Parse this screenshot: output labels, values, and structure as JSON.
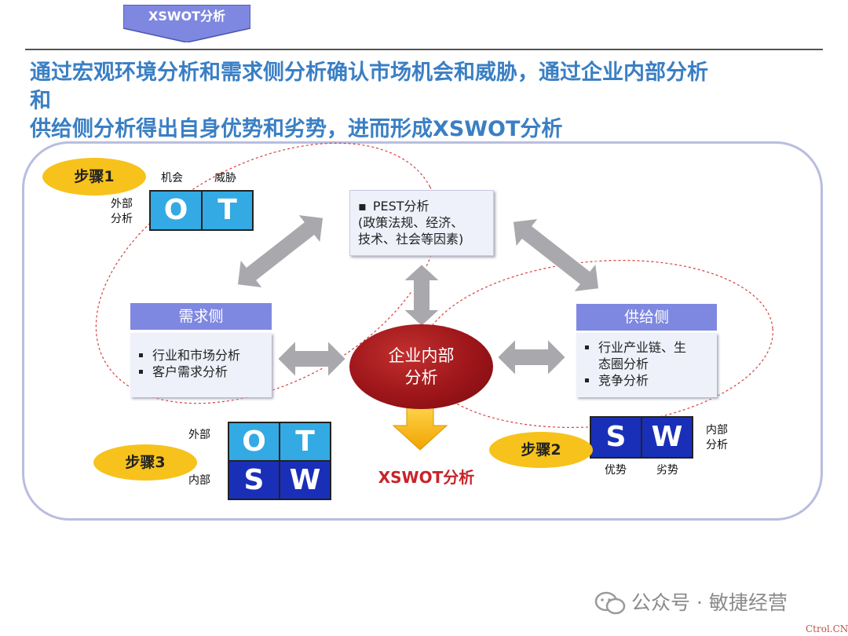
{
  "header": {
    "tab_label": "XSWOT分析",
    "headline_lines": [
      "通过宏观环境分析和需求侧分析确认市场机会和威胁，通过企业内部分析",
      "和",
      "供给侧分析得出自身优势和劣势，进而形成XSWOT分析"
    ]
  },
  "step1": {
    "badge": "步骤1",
    "col_labels": [
      "机会",
      "威胁"
    ],
    "row_label": "外部\n分析",
    "cells": [
      "O",
      "T"
    ]
  },
  "step2": {
    "badge": "步骤2",
    "cells": [
      "S",
      "W"
    ],
    "col_labels": [
      "优势",
      "劣势"
    ],
    "row_label": "内部\n分析"
  },
  "step3": {
    "badge": "步骤3",
    "row_labels": [
      "外部",
      "内部"
    ],
    "cells_top": [
      "O",
      "T"
    ],
    "cells_bottom": [
      "S",
      "W"
    ]
  },
  "pest": {
    "title": "PEST分析",
    "detail": "(政策法规、经济、\n技术、社会等因素)"
  },
  "demand": {
    "title": "需求侧",
    "items": [
      "行业和市场分析",
      "客户需求分析"
    ]
  },
  "supply": {
    "title": "供给侧",
    "items": [
      "行业产业链、生\n态圈分析",
      "竞争分析"
    ]
  },
  "core": {
    "label": "企业内部\n分析"
  },
  "result": {
    "label": "XSWOT分析"
  },
  "footer": {
    "watermark": "公众号 · 敏捷经营",
    "source": "Ctrol.CN"
  },
  "colors": {
    "headline": "#3a7fc4",
    "badge": "#f7c21b",
    "light_cell": "#33aae3",
    "dark_cell": "#1a2fb8",
    "box_header": "#7f88e0",
    "core": "#9c1519",
    "result_arrow": "#f5b400",
    "result_text": "#c8242a"
  }
}
